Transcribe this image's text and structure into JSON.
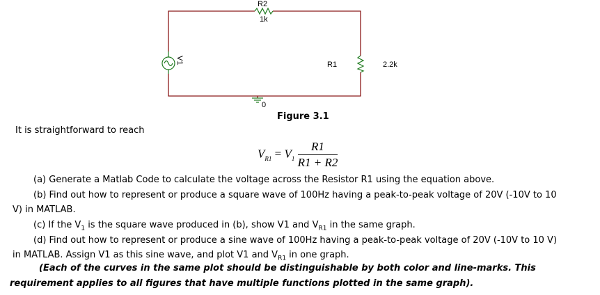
{
  "circuit": {
    "r2_name": "R2",
    "r2_value": "1k",
    "r1_name": "R1",
    "r1_value": "2.2k",
    "source_name": "V1",
    "ground_node": "0"
  },
  "figure_caption": "Figure 3.1",
  "intro_text": "It is straightforward to reach",
  "equation": {
    "lhs": "V",
    "lhs_sub": "R1",
    "equals": "=",
    "rhs": "V",
    "rhs_sub": "1",
    "numerator": "R1",
    "denominator": "R1 + R2"
  },
  "items": {
    "a": "(a) Generate a Matlab Code to calculate the voltage across the Resistor R1 using the equation above.",
    "b_line1": "(b) Find out how to represent or produce a square wave of 100Hz having a peak-to-peak voltage of 20V (-10V to 10",
    "b_line2": "V) in MATLAB.",
    "c_part1": "(c) If the V",
    "c_sub1": "1",
    "c_part2": " is the square wave produced in (b), show V1 and V",
    "c_sub2": "R1",
    "c_part3": " in the same graph.",
    "d_line1": "(d) Find out how to represent or produce a sine wave of 100Hz having a peak-to-peak voltage of 20V (-10V to 10 V)",
    "d_line2_part1": "in MATLAB. Assign V1 as this sine wave, and plot V1 and V",
    "d_line2_sub": "R1",
    "d_line2_part2": " in one graph."
  },
  "note": {
    "line1": "(Each of the curves in the same plot should be distinguishable by both color and line-marks. This",
    "line2": "requirement applies to all figures that have multiple functions plotted in the same graph)."
  }
}
